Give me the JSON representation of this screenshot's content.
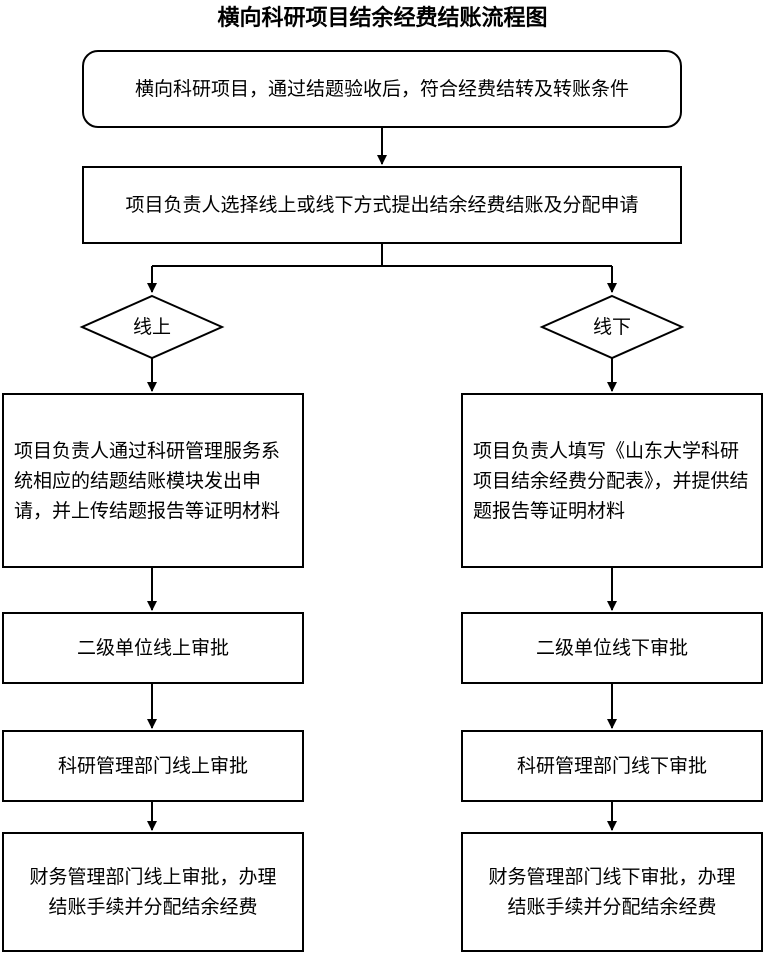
{
  "title": "横向科研项目结余经费结账流程图",
  "start": "横向科研项目，通过结题验收后，符合经费结转及转账条件",
  "apply": "项目负责人选择线上或线下方式提出结余经费结账及分配申请",
  "online": {
    "decision": "线上",
    "submit": "项目负责人通过科研管理服务系统相应的结题结账模块发出申请，并上传结题报告等证明材料",
    "unit_review": "二级单位线上审批",
    "research_review": "科研管理部门线上审批",
    "finance_review": "财务管理部门线上审批，办理结账手续并分配结余经费"
  },
  "offline": {
    "decision": "线下",
    "submit": "项目负责人填写《山东大学科研项目结余经费分配表》，并提供结题报告等证明材料",
    "unit_review": "二级单位线下审批",
    "research_review": "科研管理部门线下审批",
    "finance_review": "财务管理部门线下审批，办理结账手续并分配结余经费"
  }
}
